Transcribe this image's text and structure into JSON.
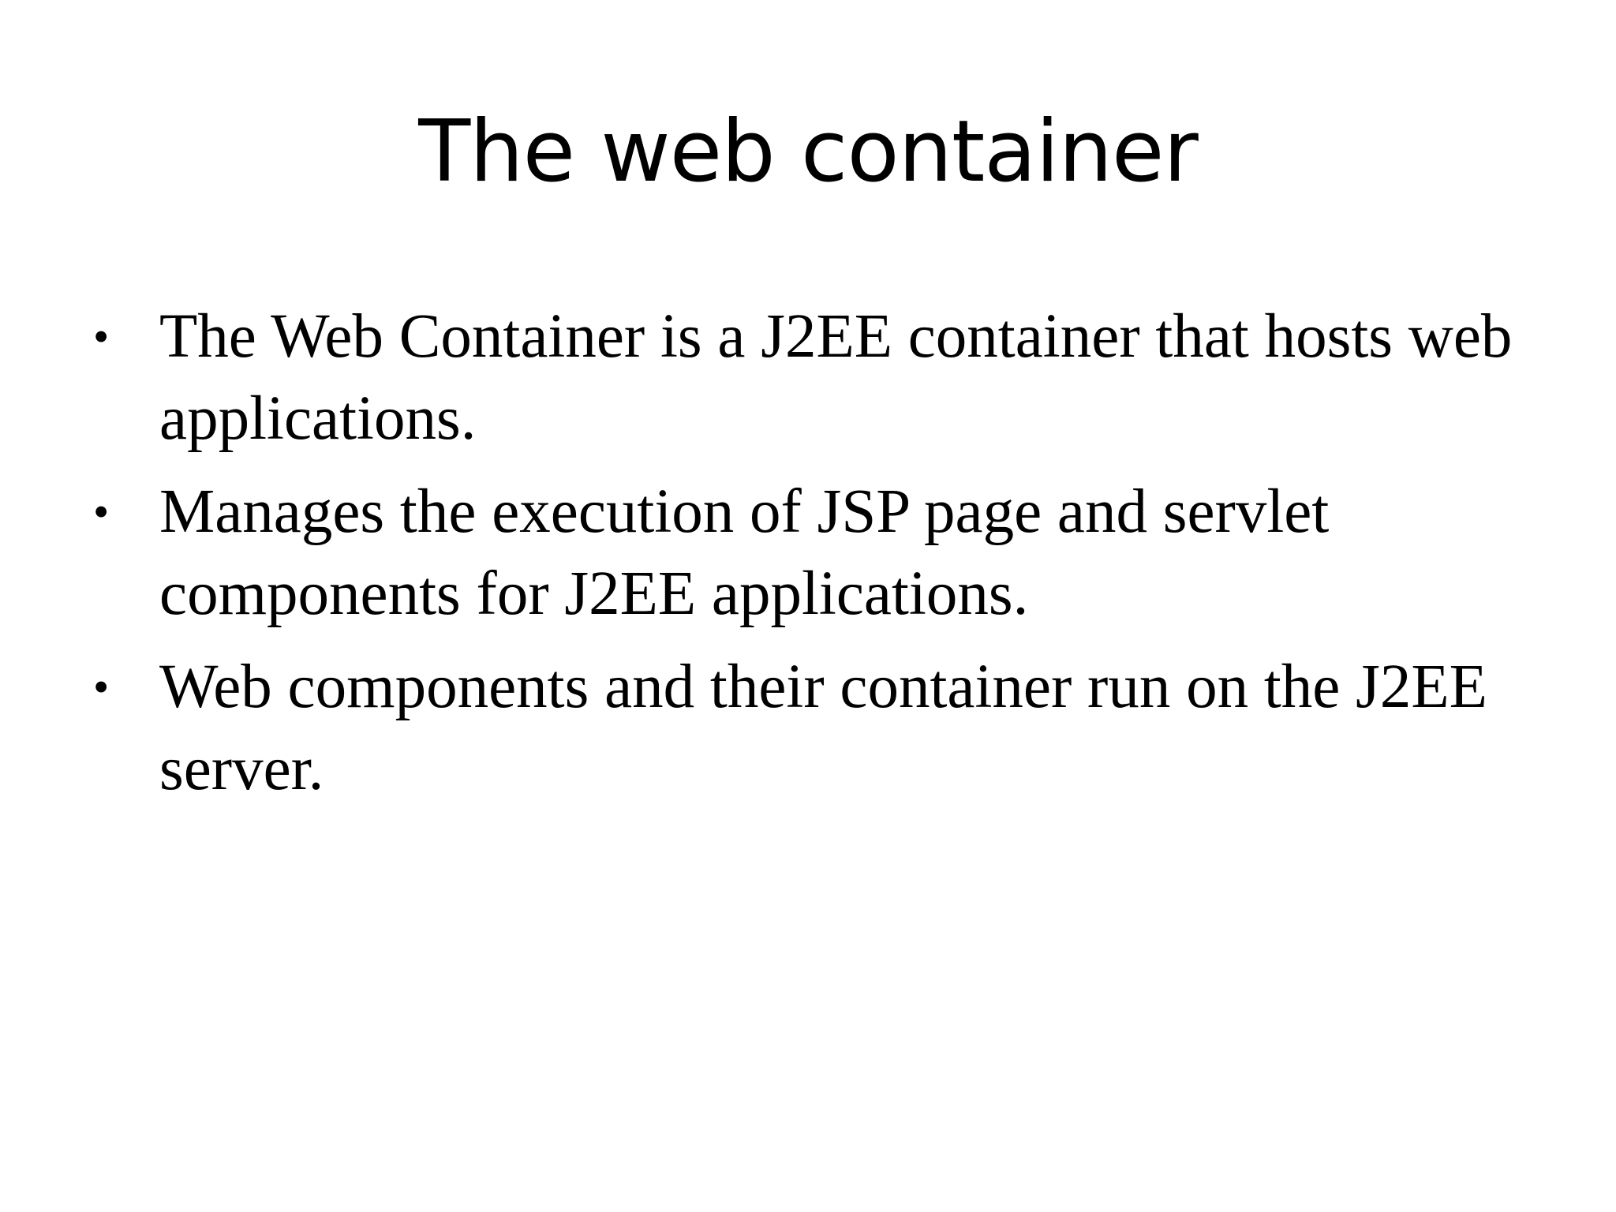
{
  "slide": {
    "title": "The web container",
    "bullet_symbol": "•",
    "bullets": [
      {
        "text": "The Web Container is a J2EE container that hosts web applications."
      },
      {
        "text": "Manages the execution of JSP page and servlet components for J2EE applications."
      },
      {
        "text": "Web components and their container run on the J2EE server."
      }
    ]
  }
}
